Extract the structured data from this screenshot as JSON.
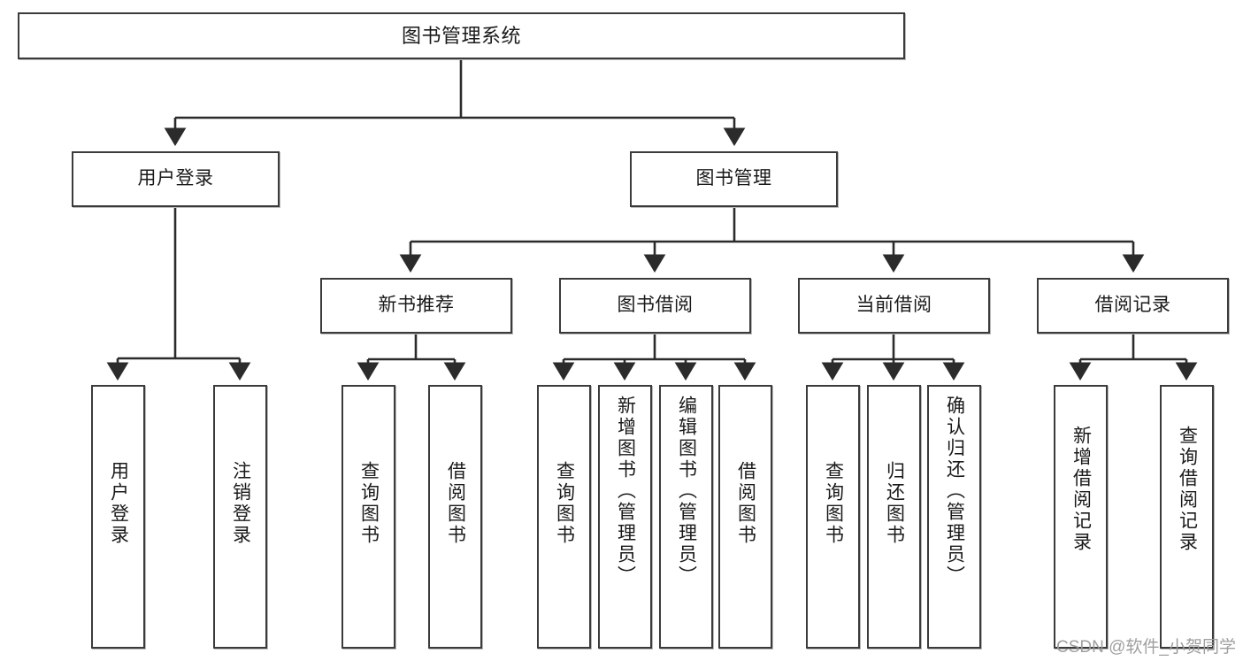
{
  "diagram": {
    "type": "tree-hierarchy-flowchart",
    "title": "图书管理系统",
    "watermark": "CSDN @软件_小贺同学",
    "colors": {
      "box_border": "#3b3b3b",
      "box_fill": "#ffffff",
      "connector": "#2b2b2b",
      "text": "#1a1a1a",
      "watermark": "#9a9a9a",
      "background": "#ffffff"
    },
    "levels": [
      {
        "level": 1,
        "nodes": [
          {
            "id": "root",
            "label": "图书管理系统",
            "orientation": "horizontal"
          }
        ]
      },
      {
        "level": 2,
        "nodes": [
          {
            "id": "login",
            "label": "用户登录",
            "orientation": "horizontal",
            "parent": "root"
          },
          {
            "id": "bookmgmt",
            "label": "图书管理",
            "orientation": "horizontal",
            "parent": "root"
          }
        ]
      },
      {
        "level": 3,
        "nodes": [
          {
            "id": "newbook",
            "label": "新书推荐",
            "orientation": "horizontal",
            "parent": "bookmgmt"
          },
          {
            "id": "borrow",
            "label": "图书借阅",
            "orientation": "horizontal",
            "parent": "bookmgmt"
          },
          {
            "id": "current",
            "label": "当前借阅",
            "orientation": "horizontal",
            "parent": "bookmgmt"
          },
          {
            "id": "records",
            "label": "借阅记录",
            "orientation": "horizontal",
            "parent": "bookmgmt"
          }
        ]
      },
      {
        "level": 4,
        "nodes": [
          {
            "id": "leaf-user-login",
            "label": "用户登录",
            "orientation": "vertical",
            "parent": "login"
          },
          {
            "id": "leaf-user-logout",
            "label": "注销登录",
            "orientation": "vertical",
            "parent": "login"
          },
          {
            "id": "leaf-query-book-1",
            "label": "查询图书",
            "orientation": "vertical",
            "parent": "newbook"
          },
          {
            "id": "leaf-borrow-book-1",
            "label": "借阅图书",
            "orientation": "vertical",
            "parent": "newbook"
          },
          {
            "id": "leaf-query-book-2",
            "label": "查询图书",
            "orientation": "vertical",
            "parent": "borrow"
          },
          {
            "id": "leaf-add-book",
            "label": "新增图书（管理员）",
            "orientation": "vertical",
            "parent": "borrow"
          },
          {
            "id": "leaf-edit-book",
            "label": "编辑图书（管理员）",
            "orientation": "vertical",
            "parent": "borrow"
          },
          {
            "id": "leaf-borrow-book-2",
            "label": "借阅图书",
            "orientation": "vertical",
            "parent": "borrow"
          },
          {
            "id": "leaf-query-book-3",
            "label": "查询图书",
            "orientation": "vertical",
            "parent": "current"
          },
          {
            "id": "leaf-return-book",
            "label": "归还图书",
            "orientation": "vertical",
            "parent": "current"
          },
          {
            "id": "leaf-confirm-return",
            "label": "确认归还（管理员）",
            "orientation": "vertical",
            "parent": "current"
          },
          {
            "id": "leaf-add-record",
            "label": "新增借阅记录",
            "orientation": "vertical",
            "parent": "records"
          },
          {
            "id": "leaf-query-record",
            "label": "查询借阅记录",
            "orientation": "vertical",
            "parent": "records"
          }
        ]
      }
    ]
  }
}
